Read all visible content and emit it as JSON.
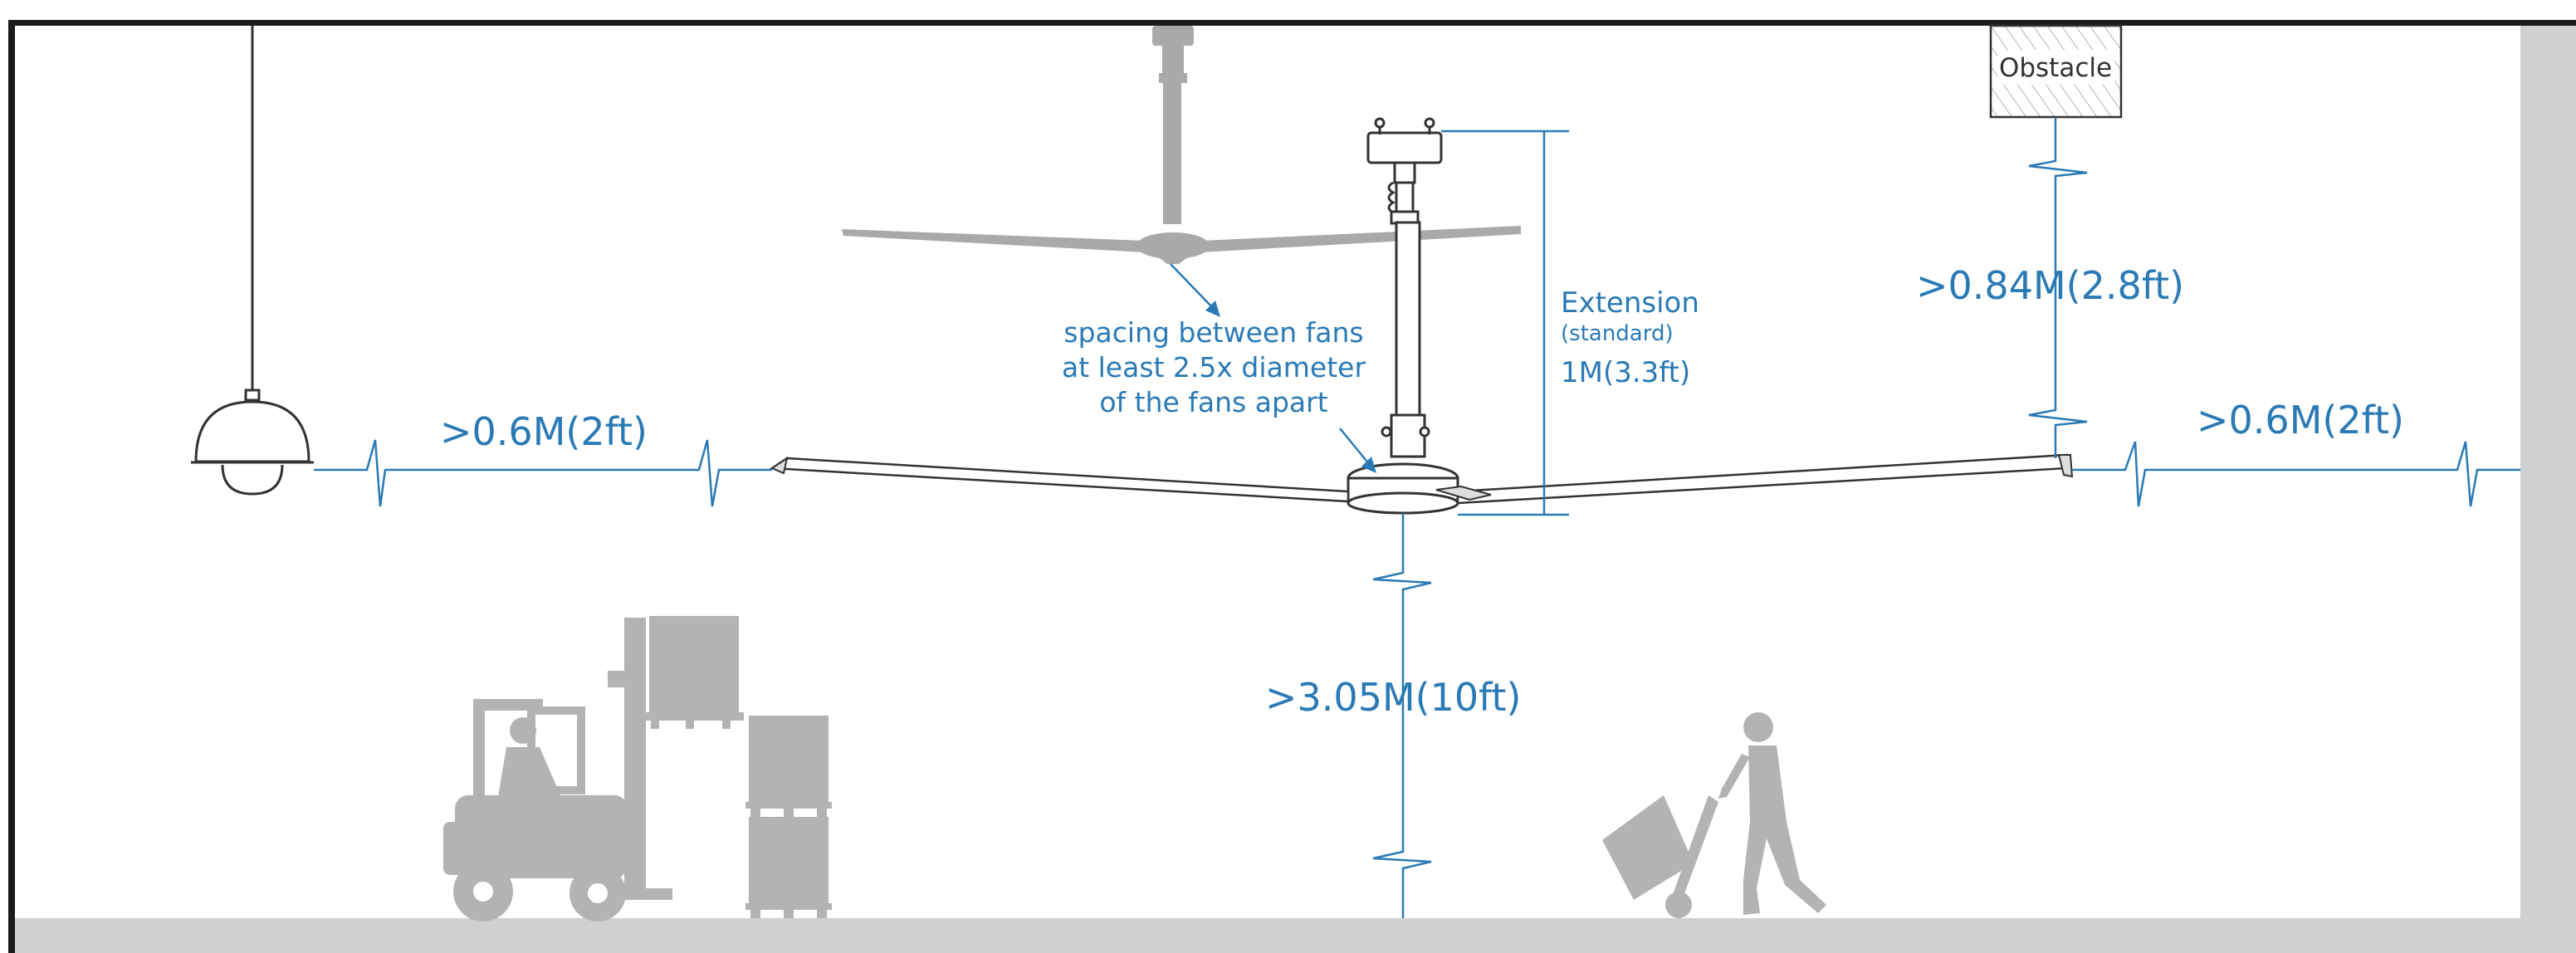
{
  "labels": {
    "obstacle": "Obstacle",
    "extension_title": "Extension",
    "extension_sub": "(standard)",
    "extension_value": "1M(3.3ft)",
    "spacing_line1": "spacing between fans",
    "spacing_line2": "at least 2.5x diameter",
    "spacing_line3": "of the fans apart",
    "clear_left": ">0.6M(2ft)",
    "clear_right": ">0.6M(2ft)",
    "clear_top": ">0.84M(2.8ft)",
    "clear_floor": ">3.05M(10ft)"
  },
  "colors": {
    "dimension_blue": "#2a7ab5",
    "silhouette_gray": "#b3b3b3",
    "floor_gray": "#cfd0d2",
    "frame_black": "#1a1a1a"
  },
  "icons": [
    "pendant-lamp-icon",
    "ceiling-fan-icon",
    "hvls-fan-icon",
    "obstacle-box-icon",
    "forklift-icon",
    "pallet-stack-icon",
    "worker-hand-truck-icon"
  ]
}
